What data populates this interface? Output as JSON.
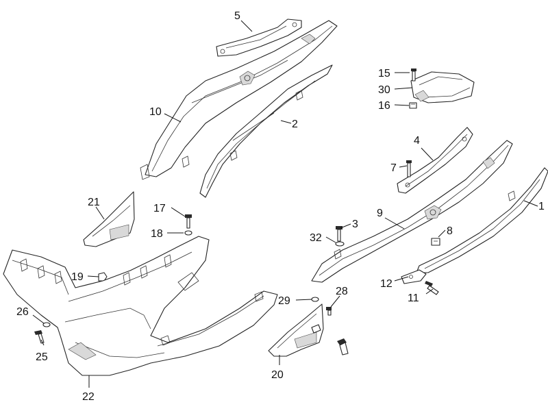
{
  "diagram": {
    "background": "#ffffff",
    "line_color": "#222222",
    "callouts": [
      {
        "id": "c1",
        "label": "1"
      },
      {
        "id": "c2",
        "label": "2"
      },
      {
        "id": "c3",
        "label": "3"
      },
      {
        "id": "c4",
        "label": "4"
      },
      {
        "id": "c5",
        "label": "5"
      },
      {
        "id": "c7",
        "label": "7"
      },
      {
        "id": "c8",
        "label": "8"
      },
      {
        "id": "c9",
        "label": "9"
      },
      {
        "id": "c10",
        "label": "10"
      },
      {
        "id": "c11",
        "label": "11"
      },
      {
        "id": "c12",
        "label": "12"
      },
      {
        "id": "c15",
        "label": "15"
      },
      {
        "id": "c16",
        "label": "16"
      },
      {
        "id": "c17",
        "label": "17"
      },
      {
        "id": "c18",
        "label": "18"
      },
      {
        "id": "c19",
        "label": "19"
      },
      {
        "id": "c20",
        "label": "20"
      },
      {
        "id": "c21",
        "label": "21"
      },
      {
        "id": "c22",
        "label": "22"
      },
      {
        "id": "c25",
        "label": "25"
      },
      {
        "id": "c26",
        "label": "26"
      },
      {
        "id": "c28",
        "label": "28"
      },
      {
        "id": "c29",
        "label": "29"
      },
      {
        "id": "c30",
        "label": "30"
      },
      {
        "id": "c32",
        "label": "32"
      }
    ]
  }
}
